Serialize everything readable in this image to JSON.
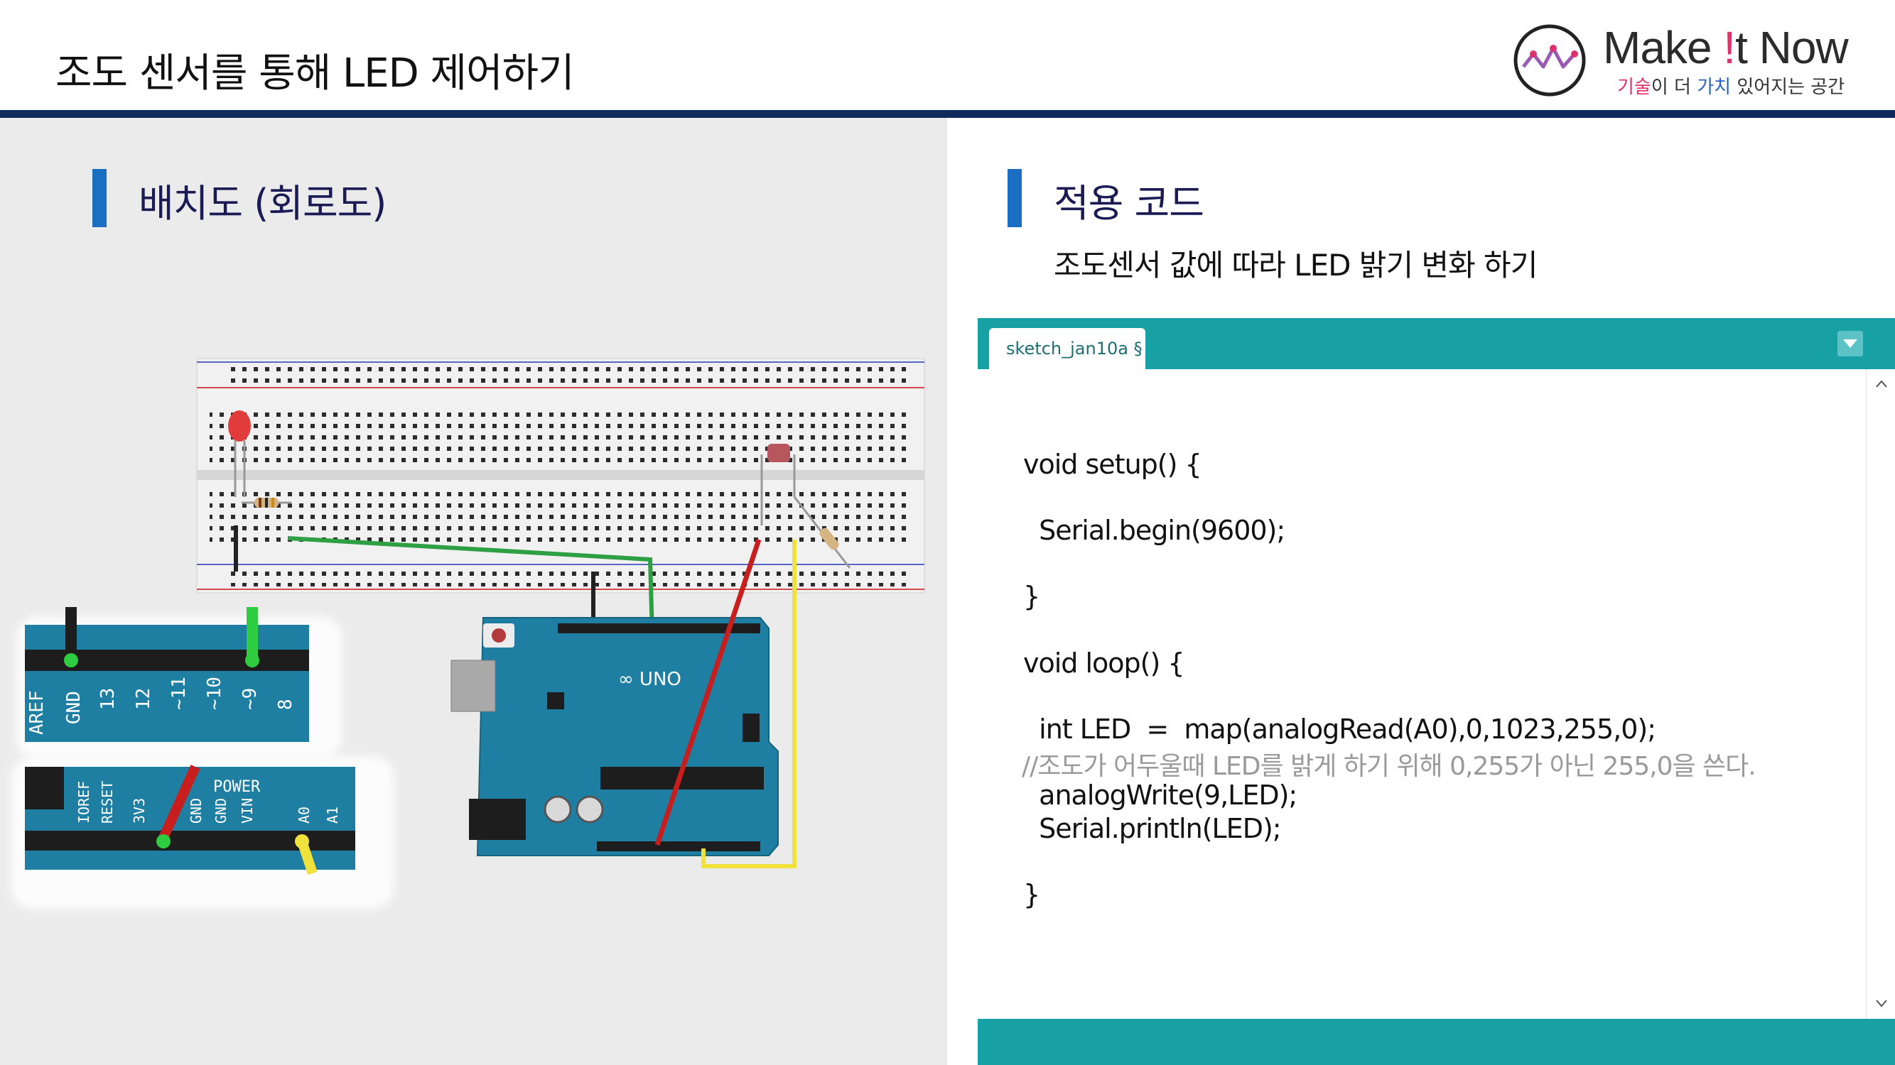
{
  "header": {
    "title": "조도 센서를 통해 LED 제어하기",
    "logo": {
      "name_main": "Make ",
      "name_excl": "!",
      "name_rest": "t Now",
      "tagline_part1": "기술",
      "tagline_part2": "이 더 ",
      "tagline_part3": "가치",
      "tagline_part4": " 있어지는 공간"
    }
  },
  "left_section": {
    "title": "배치도 (회로도)"
  },
  "right_section": {
    "title": "적용 코드",
    "subtitle": "조도센서 값에 따라 LED 밝기 변화 하기"
  },
  "ide": {
    "tab_label": "sketch_jan10a §",
    "code_lines": [
      "void setup() {",
      "  Serial.begin(9600);",
      "}",
      "void loop() {",
      "  int LED  =  map(analogRead(A0),0,1023,255,0);",
      "//조도가 어두울때 LED를 밝게 하기 위해 0,255가 아닌 255,0을 쓴다.",
      "  analogWrite(9,LED);",
      "  Serial.println(LED);",
      "}"
    ]
  },
  "colors": {
    "header_rule": "#0f2a5c",
    "section_bar": "#1b6fc2",
    "ide_teal": "#17a1a5",
    "arduino_blue": "#1f7fa3"
  }
}
